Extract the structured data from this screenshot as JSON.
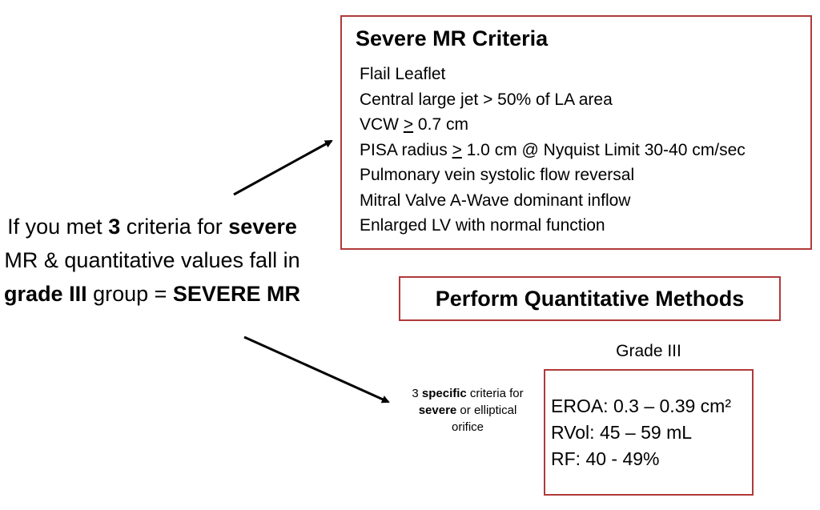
{
  "severe_mr_criteria": {
    "title": "Severe MR Criteria",
    "items": {
      "flail": "Flail Leaflet",
      "central_jet": "Central large jet > 50% of LA area",
      "vcw_prefix": "VCW ",
      "vcw_symbol": ">",
      "vcw_suffix": " 0.7 cm",
      "pisa_prefix": "PISA radius ",
      "pisa_symbol": ">",
      "pisa_suffix": " 1.0 cm @ Nyquist Limit 30-40 cm/sec",
      "pulmonary": "Pulmonary vein systolic flow reversal",
      "mitral": "Mitral Valve A-Wave dominant inflow",
      "enlarged_lv": "Enlarged LV with normal function"
    }
  },
  "quantitative_methods": {
    "title": "Perform Quantitative Methods"
  },
  "grade": {
    "label": "Grade III",
    "values": {
      "eroa": "EROA: 0.3 – 0.39 cm²",
      "rvol": "RVol: 45 – 59 mL",
      "rf": "RF: 40 - 49%"
    }
  },
  "specific_note": {
    "part1": "3 ",
    "bold1": "specific",
    "part2": " criteria for ",
    "bold2": "severe",
    "part3": " or elliptical orifice"
  },
  "main_statement": {
    "part1": "If you met ",
    "bold1": "3",
    "part2": " criteria for ",
    "bold2": "severe",
    "part3": " MR & quantitative values fall in ",
    "bold3": "grade III",
    "part4": " group = ",
    "bold4": "SEVERE MR"
  },
  "colors": {
    "border": "#b03a3a",
    "text": "#000000",
    "arrow": "#000000"
  }
}
